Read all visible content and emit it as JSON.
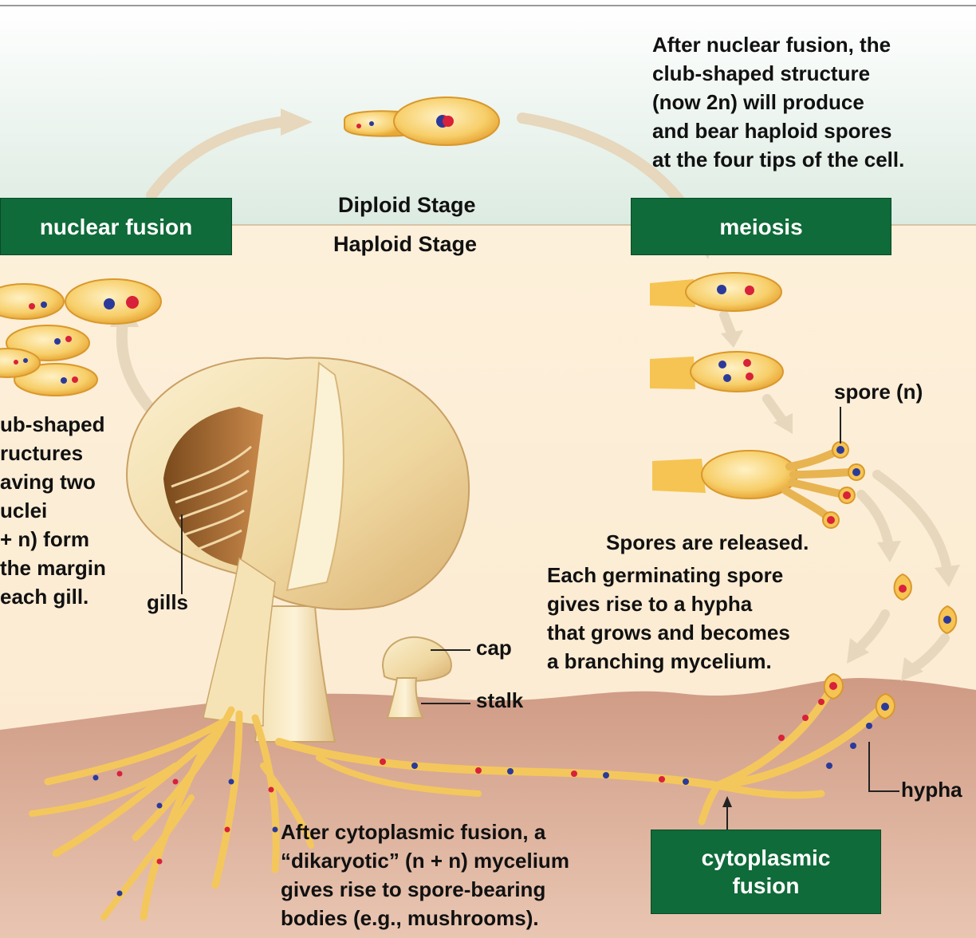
{
  "boxes": {
    "nuclear_fusion": "nuclear fusion",
    "meiosis": "meiosis",
    "cytoplasmic_fusion": "cytoplasmic\nfusion"
  },
  "stages": {
    "diploid": "Diploid Stage",
    "haploid": "Haploid Stage"
  },
  "texts": {
    "after_nuclear_fusion": "After nuclear fusion, the\nclub-shaped structure\n(now 2n) will produce\nand bear haploid spores\nat the four tips of the cell.",
    "club_shaped": "ub-shaped\nructures\naving two\nuclei\n+ n) form\nthe margin\neach gill.",
    "spores_released": "Spores are released.",
    "germinating": "Each germinating spore\ngives rise to a hypha\nthat grows and becomes\na  branching mycelium.",
    "after_cytoplasmic": "After cytoplasmic fusion, a\n“dikaryotic” (n + n) mycelium\ngives rise to spore-bearing\nbodies (e.g., mushrooms)."
  },
  "labels": {
    "spore": "spore (n)",
    "gills": "gills",
    "cap": "cap",
    "stalk": "stalk",
    "hypha": "hypha"
  },
  "colors": {
    "box_green": "#0f6b39",
    "diploid_bg": "#e8f1ea",
    "haploid_bg": "#fdefd6",
    "soil": "#c9907a",
    "cell_yellow": "#f6c453",
    "nucleus_red": "#d8213a",
    "nucleus_blue": "#2b3a9a"
  }
}
